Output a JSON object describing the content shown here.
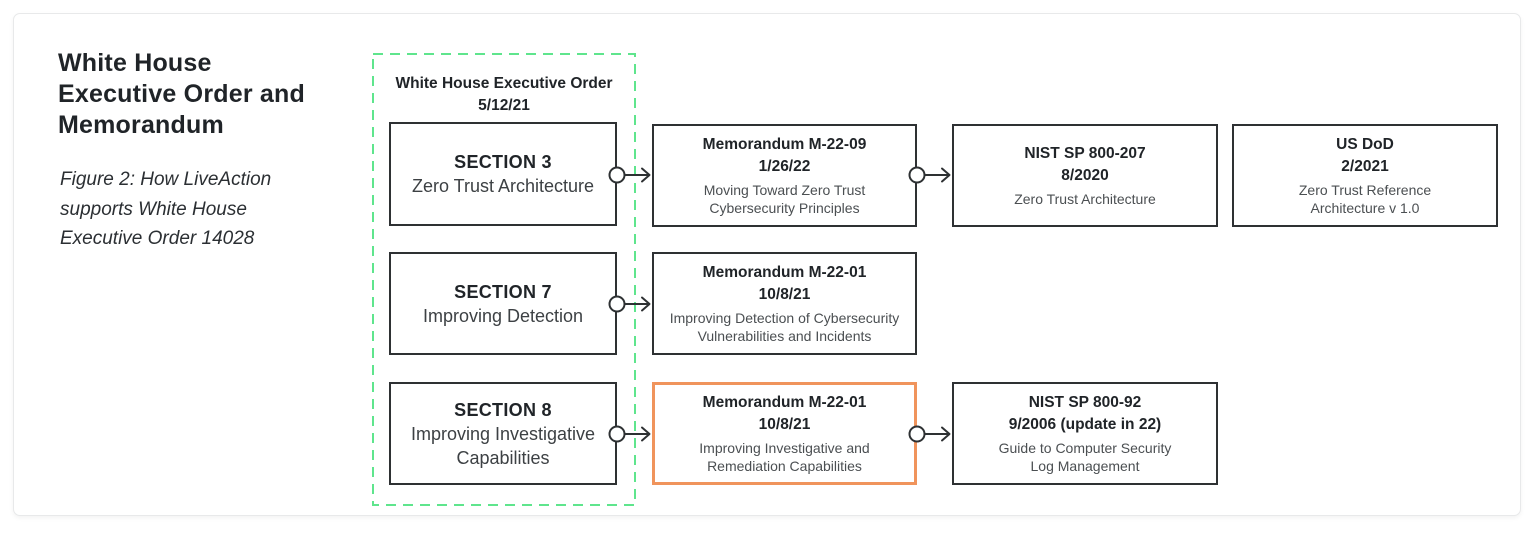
{
  "figure": {
    "title_lines": [
      "White House",
      "Executive Order and",
      "Memorandum"
    ],
    "caption_lines": [
      "Figure 2: How LiveAction",
      "supports White House",
      "Executive Order 14028"
    ]
  },
  "eo_group": {
    "label_title": "White House Executive Order",
    "label_date": "5/12/21",
    "sections": [
      {
        "title": "SECTION 3",
        "subtitle_lines": [
          "Zero Trust Architecture"
        ]
      },
      {
        "title": "SECTION 7",
        "subtitle_lines": [
          "Improving Detection"
        ]
      },
      {
        "title": "SECTION 8",
        "subtitle_lines": [
          "Improving Investigative",
          "Capabilities"
        ]
      }
    ]
  },
  "documents": [
    {
      "title": "Memorandum M-22-09",
      "date": "1/26/22",
      "desc_lines": [
        "Moving Toward Zero Trust",
        "Cybersecurity Principles"
      ]
    },
    {
      "title": "NIST SP 800-207",
      "date": "8/2020",
      "desc_lines": [
        "Zero Trust Architecture"
      ]
    },
    {
      "title": "US DoD",
      "date": "2/2021",
      "desc_lines": [
        "Zero Trust Reference",
        "Architecture v 1.0"
      ]
    },
    {
      "title": "Memorandum M-22-01",
      "date": "10/8/21",
      "desc_lines": [
        "Improving Detection of Cybersecurity",
        "Vulnerabilities and Incidents"
      ]
    },
    {
      "title": "Memorandum M-22-01",
      "date": "10/8/21",
      "desc_lines": [
        "Improving Investigative and",
        "Remediation Capabilities"
      ],
      "highlighted": true
    },
    {
      "title": "NIST SP 800-92",
      "date": "9/2006 (update in 22)",
      "desc_lines": [
        "Guide to Computer Security",
        "Log Management"
      ]
    }
  ],
  "colors": {
    "accent_green": "#5fe58d",
    "accent_orange": "#f0945c",
    "box_border": "#2e3133",
    "text_dark": "#202428",
    "text_muted": "#4b4f52",
    "card_border": "#e8e9ea"
  }
}
